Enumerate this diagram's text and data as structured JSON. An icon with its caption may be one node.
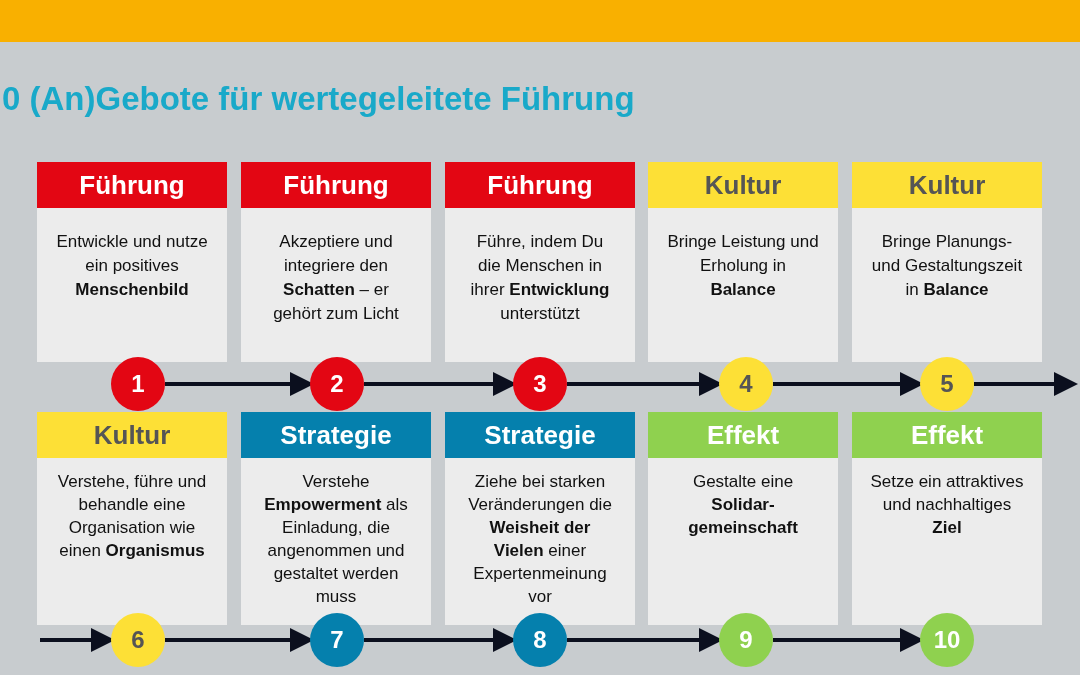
{
  "diagram": {
    "title": "0 (An)Gebote für wertegeleitete Führung",
    "nodes": [
      {
        "text": [
          "Führung",
          "Entwickle und nutze ein positives **Menschenbild**"
        ]
      },
      {
        "text": [
          "Führung",
          "Akzeptiere und integriere den **Schatten** – er gehört zum Licht"
        ]
      },
      {
        "text": [
          "Führung",
          "Führe, indem Du die Menschen in ihrer **Entwicklung** unterstützt"
        ]
      },
      {
        "text": [
          "Kultur",
          "Bringe Leistung und Erholung in **Balance**"
        ]
      },
      {
        "text": [
          "Kultur",
          "Bringe Planungs- und Gestaltungszeit in **Balance**"
        ]
      },
      {
        "text": [
          "Kultur",
          "Verstehe, führe und behandle eine Organisation wie einen **Organismus**"
        ]
      },
      {
        "text": [
          "Strategie",
          "Verstehe **Empowerment** als Einladung, die angenommen und gestaltet werden muss"
        ]
      },
      {
        "text": [
          "Strategie",
          "Ziehe bei starken Veränderungen die **Weisheit der Vielen** einer Expertenmeinung vor"
        ]
      },
      {
        "text": [
          "Effekt",
          "Gestalte eine **Solidar- gemeinschaft**"
        ]
      },
      {
        "text": [
          "Effekt",
          "Setze ein attraktives und nachhaltiges **Ziel**"
        ]
      },
      {
        "text": [
          "1"
        ]
      },
      {
        "text": [
          "2"
        ]
      },
      {
        "text": [
          "3"
        ]
      },
      {
        "text": [
          "4"
        ]
      },
      {
        "text": [
          "5"
        ]
      },
      {
        "text": [
          "6"
        ]
      },
      {
        "text": [
          "7"
        ]
      },
      {
        "text": [
          "8"
        ]
      },
      {
        "text": [
          "9"
        ]
      },
      {
        "text": [
          "10"
        ]
      },
      {
        "text": [],
        "shape": "bar"
      }
    ],
    "edges": [
      {
        "from": 10,
        "to": 11,
        "arrow": "to"
      },
      {
        "from": 11,
        "to": 12,
        "arrow": "to"
      },
      {
        "from": 12,
        "to": 13,
        "arrow": "to"
      },
      {
        "from": 13,
        "to": 14,
        "arrow": "to"
      },
      {
        "from": 14,
        "to": null,
        "arrow": "to"
      },
      {
        "from": null,
        "to": 15,
        "arrow": "to"
      },
      {
        "from": 15,
        "to": 16,
        "arrow": "to"
      },
      {
        "from": 16,
        "to": 17,
        "arrow": "to"
      },
      {
        "from": 17,
        "to": 18,
        "arrow": "to"
      },
      {
        "from": 18,
        "to": 19,
        "arrow": "to"
      }
    ]
  }
}
